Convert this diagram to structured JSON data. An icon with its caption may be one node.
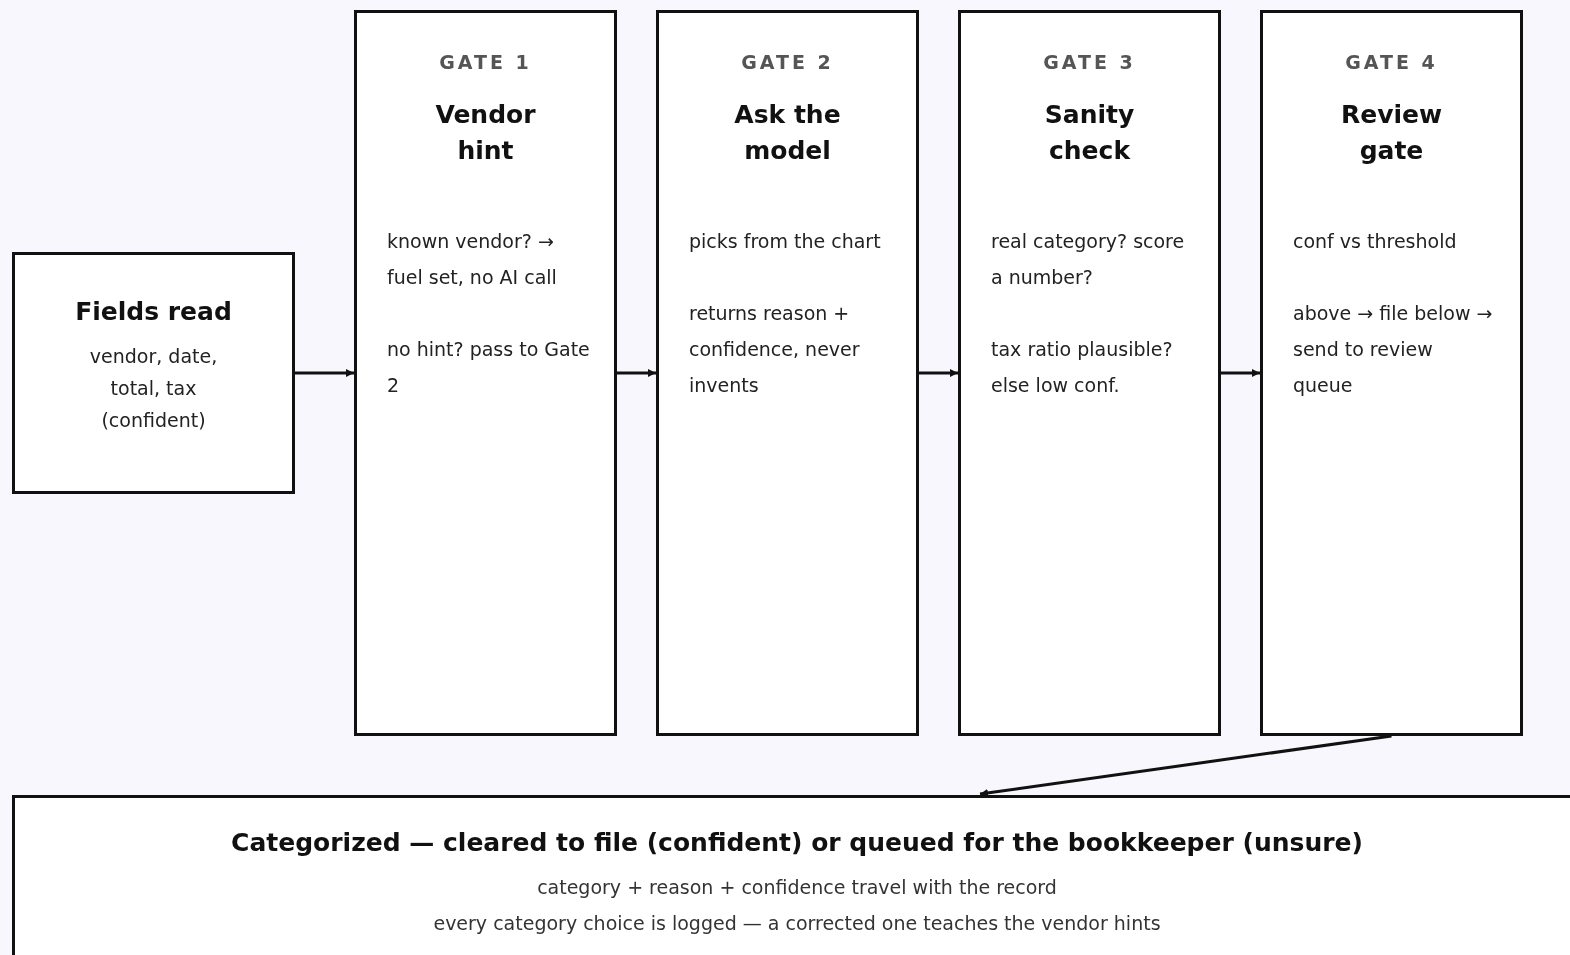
{
  "diagram": {
    "nodes": [
      {
        "text": [
          "Fields read",
          "vendor, date, total, tax (confident)"
        ]
      },
      {
        "text": [
          "GATE 1",
          "Vendor hint",
          "known vendor? → fuel set, no AI call",
          "no hint? pass to Gate 2"
        ]
      },
      {
        "text": [
          "GATE 2",
          "Ask the model",
          "picks from the chart",
          "returns reason + confidence, never invents"
        ]
      },
      {
        "text": [
          "GATE 3",
          "Sanity check",
          "real category? score a number?",
          "tax ratio plausible? else low conf."
        ]
      },
      {
        "text": [
          "GATE 4",
          "Review gate",
          "conf vs threshold",
          "above → file below → send to review queue"
        ]
      },
      {
        "text": [
          "Categorized — cleared to file (confident) or queued for the bookkeeper (unsure)",
          "category + reason + confidence travel with the record",
          "every category choice is logged — a corrected one teaches the vendor hints"
        ]
      }
    ],
    "edges": [
      {
        "from": 0,
        "to": 1,
        "arrow": "to"
      },
      {
        "from": 1,
        "to": 2,
        "arrow": "to"
      },
      {
        "from": 2,
        "to": 3,
        "arrow": "to"
      },
      {
        "from": 3,
        "to": 4,
        "arrow": "to"
      },
      {
        "from": 4,
        "to": 5,
        "arrow": "to"
      }
    ]
  }
}
